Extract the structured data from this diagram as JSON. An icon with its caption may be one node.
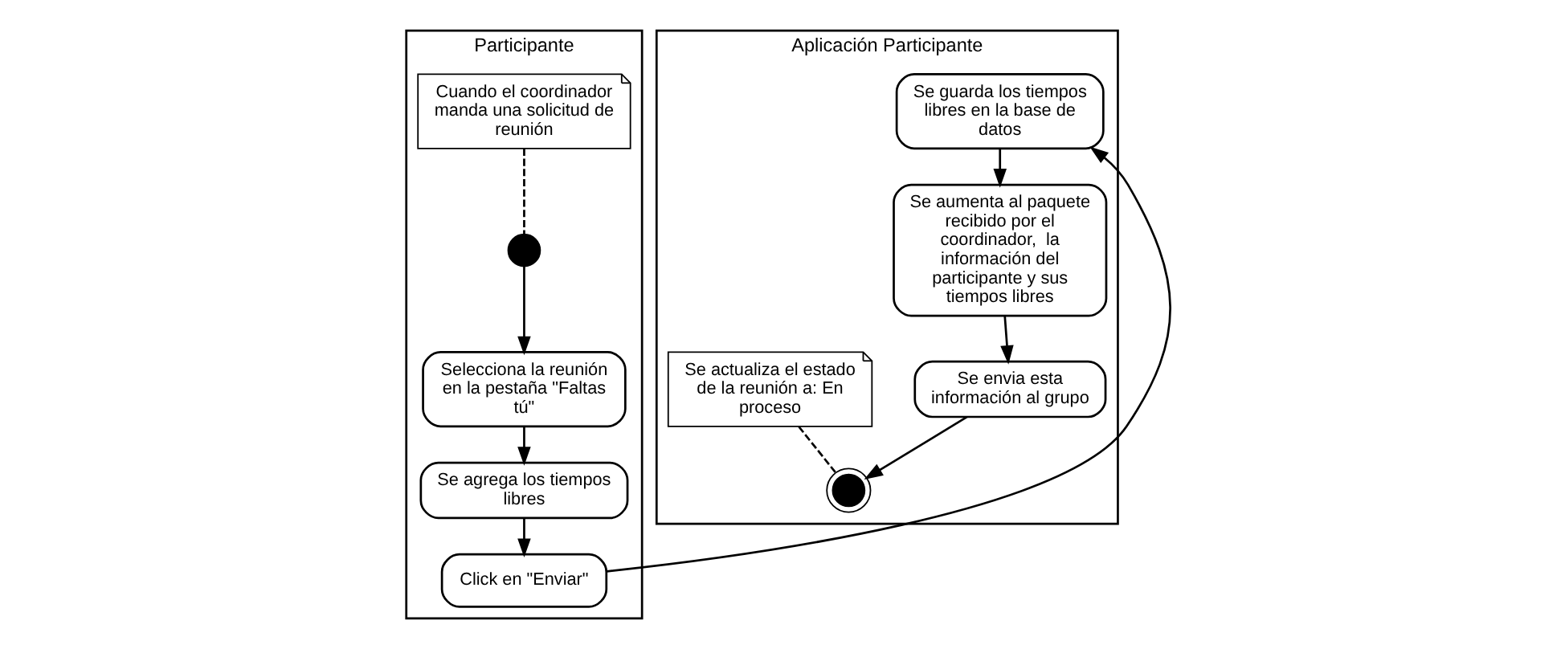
{
  "diagram": {
    "nodes": [
      {
        "text": [
          "Participante"
        ]
      },
      {
        "text": [
          "Aplicación Participante"
        ]
      },
      {
        "text": [
          "Cuando el coordinador manda una solicitud de reunión"
        ],
        "in": 0
      },
      {
        "text": [],
        "shape": "circle",
        "in": 0
      },
      {
        "text": [
          "Selecciona la reunión en la pestaña \"Faltas tú\""
        ],
        "in": 0
      },
      {
        "text": [
          "Se agrega los tiempos libres"
        ],
        "in": 0
      },
      {
        "text": [
          "Click en \"Enviar\""
        ],
        "in": 0
      },
      {
        "text": [
          "Se guarda los tiempos libres en la base de datos"
        ],
        "in": 1
      },
      {
        "text": [
          "Se aumenta al paquete recibido por el coordinador,  la información del participante y sus tiempos libres"
        ],
        "in": 1
      },
      {
        "text": [
          "Se actualiza el estado de la reunión a: En proceso"
        ],
        "in": 1
      },
      {
        "text": [],
        "shape": "circle",
        "in": 1
      },
      {
        "text": [
          "Se envia esta información al grupo"
        ],
        "in": 1
      }
    ],
    "edges": [
      {
        "from": 2,
        "to": 3,
        "arrow": "none",
        "style": "dashed"
      },
      {
        "from": 3,
        "to": 4,
        "arrow": "to"
      },
      {
        "from": 4,
        "to": 5,
        "arrow": "to"
      },
      {
        "from": 5,
        "to": 6,
        "arrow": "to"
      },
      {
        "from": 6,
        "to": 7,
        "arrow": "to"
      },
      {
        "from": 7,
        "to": 8,
        "arrow": "to"
      },
      {
        "from": 8,
        "to": 11,
        "arrow": "to"
      },
      {
        "from": 11,
        "to": 10,
        "arrow": "to"
      },
      {
        "from": 9,
        "to": 10,
        "arrow": "none",
        "style": "dashed"
      }
    ]
  }
}
